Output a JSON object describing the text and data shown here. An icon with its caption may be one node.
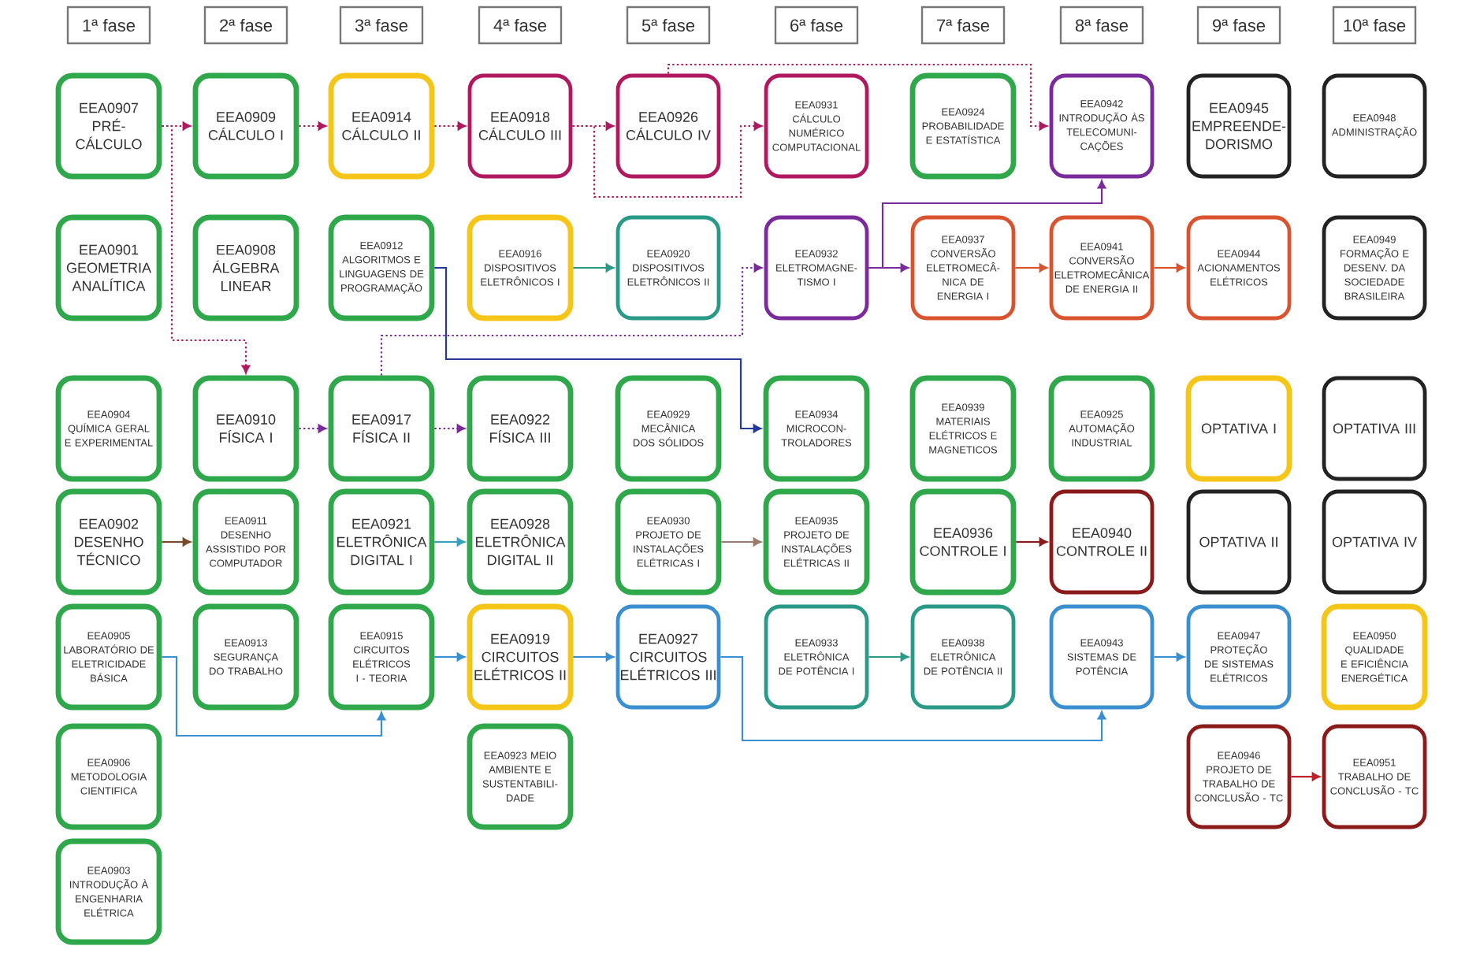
{
  "diagram": {
    "nodes": [
      {
        "text": [
          "1ª fase"
        ]
      },
      {
        "text": [
          "2ª fase"
        ]
      },
      {
        "text": [
          "3ª fase"
        ]
      },
      {
        "text": [
          "4ª fase"
        ]
      },
      {
        "text": [
          "5ª fase"
        ]
      },
      {
        "text": [
          "6ª fase"
        ]
      },
      {
        "text": [
          "7ª fase"
        ]
      },
      {
        "text": [
          "8ª fase"
        ]
      },
      {
        "text": [
          "9ª fase"
        ]
      },
      {
        "text": [
          "10ª fase"
        ]
      },
      {
        "text": [
          "EEA0907",
          "PRÉ-CÁLCULO"
        ]
      },
      {
        "text": [
          "EEA0909",
          "CÁLCULO I"
        ]
      },
      {
        "text": [
          "EEA0914",
          "CÁLCULO II"
        ]
      },
      {
        "text": [
          "EEA0918",
          "CÁLCULO III"
        ]
      },
      {
        "text": [
          "EEA0926",
          "CÁLCULO IV"
        ]
      },
      {
        "text": [
          "EEA0931",
          "CÁLCULO NUMÉRICO COMPUTACIONAL"
        ]
      },
      {
        "text": [
          "EEA0924",
          "PROBABILIDADE E ESTATÍSTICA"
        ]
      },
      {
        "text": [
          "EEA0942",
          "INTRODUÇÃO ÀS TELECOMUNI-CAÇÕES"
        ]
      },
      {
        "text": [
          "EEA0945",
          "EMPREENDE-DORISMO"
        ]
      },
      {
        "text": [
          "EEA0948",
          "ADMINISTRAÇÃO"
        ]
      },
      {
        "text": [
          "EEA0901",
          "GEOMETRIA ANALÍTICA"
        ]
      },
      {
        "text": [
          "EEA0908",
          "ÁLGEBRA LINEAR"
        ]
      },
      {
        "text": [
          "EEA0912",
          "ALGORITMOS E LINGUAGENS DE PROGRAMAÇÃO"
        ]
      },
      {
        "text": [
          "EEA0916",
          "DISPOSITIVOS ELETRÔNICOS I"
        ]
      },
      {
        "text": [
          "EEA0920",
          "DISPOSITIVOS ELETRÔNICOS II"
        ]
      },
      {
        "text": [
          "EEA0932",
          "ELETROMAGNE-TISMO I"
        ]
      },
      {
        "text": [
          "EEA0937",
          "CONVERSÃO ELETROMECÂ-NICA DE ENERGIA I"
        ]
      },
      {
        "text": [
          "EEA0941",
          "CONVERSÃO ELETROMECÂNICA DE ENERGIA II"
        ]
      },
      {
        "text": [
          "EEA0944",
          "ACIONAMENTOS ELÉTRICOS"
        ]
      },
      {
        "text": [
          "EEA0949",
          "FORMAÇÃO E DESENV. DA SOCIEDADE BRASILEIRA"
        ]
      },
      {
        "text": [
          "EEA0904",
          "QUÍMICA GERAL E EXPERIMENTAL"
        ]
      },
      {
        "text": [
          "EEA0910",
          "FÍSICA I"
        ]
      },
      {
        "text": [
          "EEA0917",
          "FÍSICA II"
        ]
      },
      {
        "text": [
          "EEA0922",
          "FÍSICA III"
        ]
      },
      {
        "text": [
          "EEA0929",
          "MECÂNICA DOS SÓLIDOS"
        ]
      },
      {
        "text": [
          "EEA0934",
          "MICROCON-TROLADORES"
        ]
      },
      {
        "text": [
          "EEA0939",
          "MATERIAIS ELÉTRICOS E MAGNETICOS"
        ]
      },
      {
        "text": [
          "EEA0925",
          "AUTOMAÇÃO INDUSTRIAL"
        ]
      },
      {
        "text": [
          "OPTATIVA I"
        ]
      },
      {
        "text": [
          "OPTATIVA III"
        ]
      },
      {
        "text": [
          "EEA0902",
          "DESENHO TÉCNICO"
        ]
      },
      {
        "text": [
          "EEA0911",
          "DESENHO ASSISTIDO POR COMPUTADOR"
        ]
      },
      {
        "text": [
          "EEA0921",
          "ELETRÔNICA DIGITAL I"
        ]
      },
      {
        "text": [
          "EEA0928",
          "ELETRÔNICA DIGITAL II"
        ]
      },
      {
        "text": [
          "EEA0930",
          "PROJETO DE INSTALAÇÕES ELÉTRICAS I"
        ]
      },
      {
        "text": [
          "EEA0935",
          "PROJETO DE INSTALAÇÕES ELÉTRICAS II"
        ]
      },
      {
        "text": [
          "EEA0936",
          "CONTROLE I"
        ]
      },
      {
        "text": [
          "EEA0940",
          "CONTROLE II"
        ]
      },
      {
        "text": [
          "OPTATIVA II"
        ]
      },
      {
        "text": [
          "OPTATIVA IV"
        ]
      },
      {
        "text": [
          "EEA0905",
          "LABORATÓRIO DE ELETRICIDADE BÁSICA"
        ]
      },
      {
        "text": [
          "EEA0913",
          "SEGURANÇA DO TRABALHO"
        ]
      },
      {
        "text": [
          "EEA0915",
          "CIRCUITOS ELÉTRICOS I - TEORIA"
        ]
      },
      {
        "text": [
          "EEA0919",
          "CIRCUITOS ELÉTRICOS II"
        ]
      },
      {
        "text": [
          "EEA0927",
          "CIRCUITOS ELÉTRICOS III"
        ]
      },
      {
        "text": [
          "EEA0933",
          "ELETRÔNICA DE POTÊNCIA I"
        ]
      },
      {
        "text": [
          "EEA0938",
          "ELETRÔNICA DE POTÊNCIA II"
        ]
      },
      {
        "text": [
          "EEA0943",
          "SISTEMAS DE POTÊNCIA"
        ]
      },
      {
        "text": [
          "EEA0947",
          "PROTEÇÃO DE SISTEMAS ELÉTRICOS"
        ]
      },
      {
        "text": [
          "EEA0950",
          "QUALIDADE E EFICIÊNCIA ENERGÉTICA"
        ]
      },
      {
        "text": [
          "EEA0906",
          "METODOLOGIA CIENTIFICA"
        ]
      },
      {
        "text": [
          "EEA0923 MEIO AMBIENTE E SUSTENTABILI-DADE"
        ]
      },
      {
        "text": [
          "EEA0946",
          "PROJETO DE TRABALHO DE CONCLUSÃO - TC"
        ]
      },
      {
        "text": [
          "EEA0951",
          "TRABALHO DE CONCLUSÃO - TC"
        ]
      },
      {
        "text": [
          "EEA0903",
          "INTRODUÇÃO À ENGENHARIA ELÉTRICA"
        ]
      }
    ],
    "edges": [
      {
        "from": 10,
        "to": 11,
        "arrow": "to",
        "style": "dashed",
        "color": "#b0185f"
      },
      {
        "from": 10,
        "to": 31,
        "arrow": "to",
        "style": "dashed",
        "color": "#b0185f"
      },
      {
        "from": 11,
        "to": 12,
        "arrow": "to",
        "style": "dashed",
        "color": "#b0185f"
      },
      {
        "from": 12,
        "to": 13,
        "arrow": "to",
        "style": "dashed",
        "color": "#b0185f"
      },
      {
        "from": 13,
        "to": 14,
        "arrow": "to",
        "style": "dashed",
        "color": "#b0185f"
      },
      {
        "from": 13,
        "to": 15,
        "arrow": "to",
        "style": "dashed",
        "color": "#b0185f"
      },
      {
        "from": 14,
        "to": 17,
        "arrow": "to",
        "style": "dashed",
        "color": "#b0185f"
      },
      {
        "from": 31,
        "to": 32,
        "arrow": "to",
        "style": "dashed",
        "color": "#7b2a9b"
      },
      {
        "from": 32,
        "to": 33,
        "arrow": "to",
        "style": "dashed",
        "color": "#7b2a9b"
      },
      {
        "from": 32,
        "to": 25,
        "arrow": "to",
        "style": "dashed",
        "color": "#7b2a9b"
      },
      {
        "from": 22,
        "to": 35,
        "arrow": "to",
        "color": "#233a9b"
      },
      {
        "from": 23,
        "to": 24,
        "arrow": "to",
        "color": "#2a9a88"
      },
      {
        "from": 25,
        "to": 26,
        "arrow": "to",
        "color": "#7b2a9b"
      },
      {
        "from": 25,
        "to": 17,
        "arrow": "to",
        "color": "#7b2a9b"
      },
      {
        "from": 26,
        "to": 27,
        "arrow": "to",
        "color": "#d9532f"
      },
      {
        "from": 27,
        "to": 28,
        "arrow": "to",
        "color": "#d9532f"
      },
      {
        "from": 40,
        "to": 41,
        "arrow": "to",
        "color": "#7a4a2a"
      },
      {
        "from": 42,
        "to": 43,
        "arrow": "to",
        "color": "#3aa0c0"
      },
      {
        "from": 52,
        "to": 53,
        "arrow": "to",
        "color": "#3a8fd0"
      },
      {
        "from": 50,
        "to": 52,
        "arrow": "to",
        "color": "#3a8fd0"
      },
      {
        "from": 53,
        "to": 54,
        "arrow": "to",
        "color": "#3a8fd0"
      },
      {
        "from": 54,
        "to": 57,
        "arrow": "to",
        "color": "#3a8fd0"
      },
      {
        "from": 44,
        "to": 45,
        "arrow": "to",
        "color": "#9b7b70"
      },
      {
        "from": 55,
        "to": 56,
        "arrow": "to",
        "color": "#2a9a88"
      },
      {
        "from": 46,
        "to": 47,
        "arrow": "to",
        "color": "#8b1a1a"
      },
      {
        "from": 57,
        "to": 58,
        "arrow": "to",
        "color": "#3a8fd0"
      },
      {
        "from": 62,
        "to": 63,
        "arrow": "to",
        "color": "#c0202a"
      }
    ]
  }
}
